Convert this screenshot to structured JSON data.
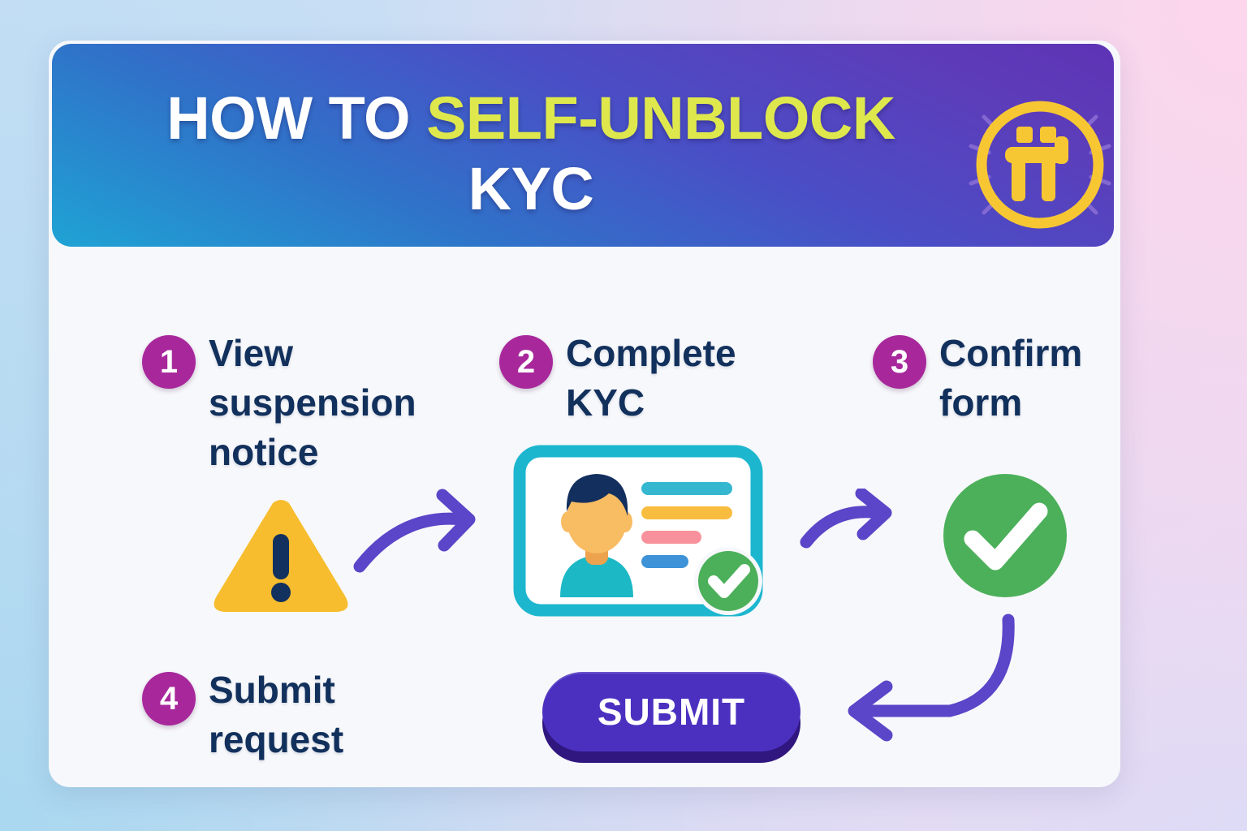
{
  "header": {
    "title_part1": "HOW TO ",
    "title_highlight": "SELF-UNBLOCK",
    "title_part2": "KYC",
    "highlight_color": "#dee84d",
    "gradient_from": "#1fa3d4",
    "gradient_to": "#5d33b5",
    "logo_name": "pi-network-coin-logo",
    "logo_color": "#f7c733"
  },
  "steps": [
    {
      "number": "1",
      "label": "View\nsuspension\nnotice",
      "icon": "warning-triangle-icon"
    },
    {
      "number": "2",
      "label": "Complete\nKYC",
      "icon": "id-card-verified-icon"
    },
    {
      "number": "3",
      "label": "Confirm\nform",
      "icon": "green-check-circle-icon"
    },
    {
      "number": "4",
      "label": "Submit\nrequest",
      "icon": "submit-button-icon"
    }
  ],
  "badge_color": "#a8289c",
  "step_text_color": "#12305c",
  "submit": {
    "label": "SUBMIT",
    "color": "#4b30c0",
    "shadow_color": "#30177f"
  },
  "icons": {
    "warning": {
      "name": "warning-triangle-icon",
      "fill": "#f7bd2e",
      "mark": "#13315e"
    },
    "id_card": {
      "name": "id-card-icon",
      "border": "#1cb6cf",
      "face": "#f8bc62",
      "hair": "#132f5e",
      "shirt": "#1cb8c6",
      "bars": [
        "#35b8cf",
        "#f8bc3e",
        "#f8919b",
        "#3e93d8"
      ],
      "check_badge": "#4cb05a"
    },
    "check_circle": {
      "name": "green-check-circle-icon",
      "fill": "#4cb05a",
      "mark": "#ffffff"
    },
    "arrows": {
      "name": "curved-arrow-icon",
      "color": "#5b45c8",
      "count": 3
    }
  },
  "background": {
    "top_left": "#c5def4",
    "top_right": "#fdd6ec",
    "bottom_left": "#a9d8f0",
    "bottom_right": "#dcdbf6",
    "card": "#f7f8fb"
  }
}
